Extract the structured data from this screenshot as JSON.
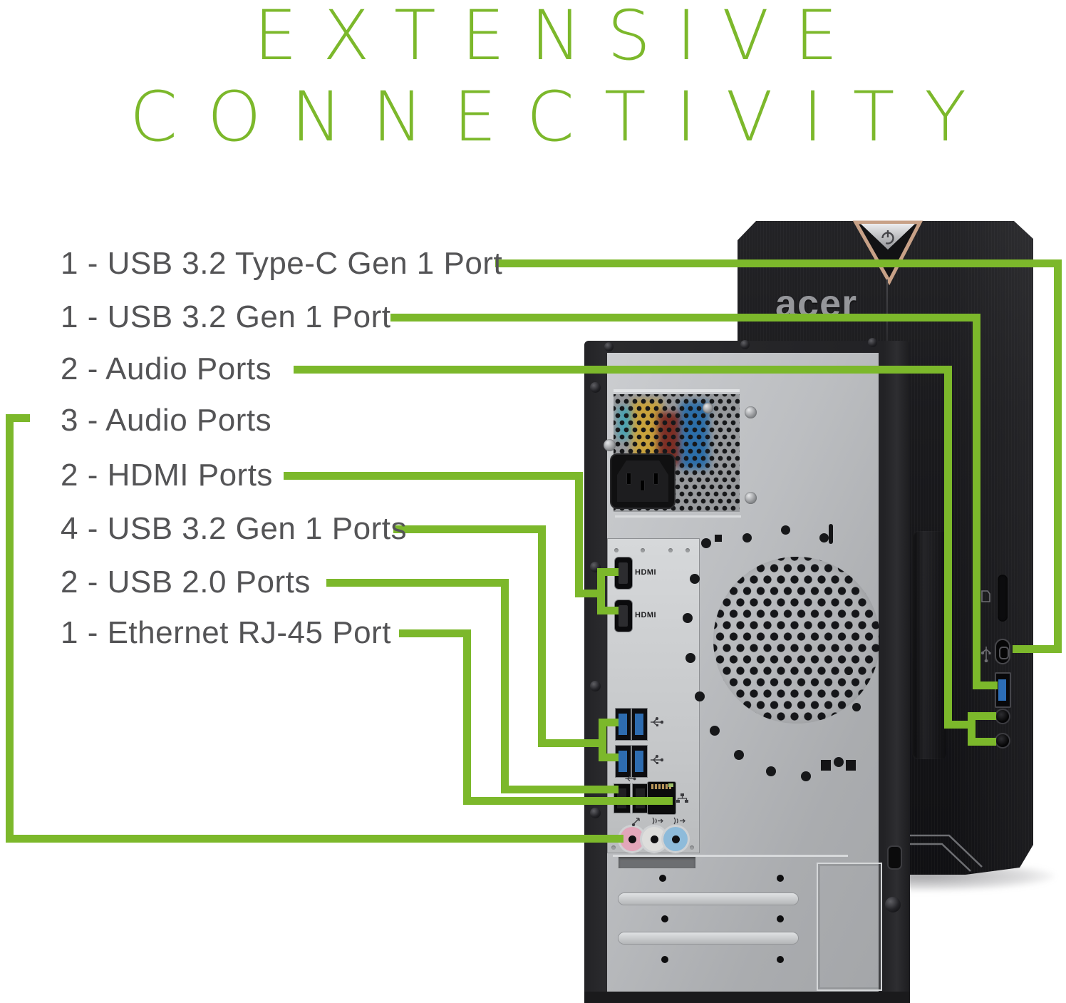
{
  "title": {
    "line1": "EXTENSIVE",
    "line2": "CONNECTIVITY"
  },
  "labels": [
    {
      "text": "1 - USB 3.2 Type-C Gen 1 Port"
    },
    {
      "text": "1 - USB 3.2 Gen 1 Port"
    },
    {
      "text": "2 - Audio Ports"
    },
    {
      "text": "3 - Audio Ports"
    },
    {
      "text": "2 - HDMI Ports"
    },
    {
      "text": "4 - USB 3.2 Gen 1 Ports"
    },
    {
      "text": "2 - USB 2.0 Ports"
    },
    {
      "text": "1 - Ethernet RJ-45 Port"
    }
  ],
  "front_tower": {
    "brand": "acer"
  },
  "back_panel": {
    "hdmi_label": "HDMI"
  },
  "icons": {
    "power": "power-icon",
    "sd_card": "sd-card-icon",
    "usb": "usb-icon",
    "usb_type_c": "usb-c-icon",
    "ethernet": "ethernet-icon",
    "microphone": "microphone-icon",
    "line_in": "line-in-icon",
    "line_out": "line-out-icon"
  },
  "colors": {
    "accent_green": "#7cb82b",
    "label_gray": "#545456"
  }
}
